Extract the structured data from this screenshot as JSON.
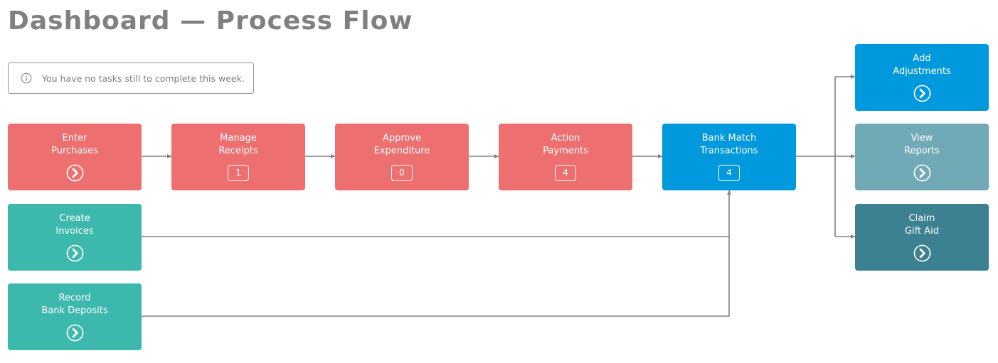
{
  "page_title": "Dashboard — Process Flow",
  "notice": {
    "icon": "info-icon",
    "text": "You have no tasks still to complete this week."
  },
  "colors": {
    "red": "#ed6f6f",
    "teal": "#3db8ad",
    "blue": "#0099dd",
    "grey_blue": "#72a9b7",
    "dark_teal": "#3c8191",
    "connector": "#808080",
    "title": "#808080"
  },
  "tiles": {
    "enter_purchases": {
      "label": "Enter\nPurchases",
      "icon": "chevron-right-circle-icon"
    },
    "manage_receipts": {
      "label": "Manage\nReceipts",
      "count": "1"
    },
    "approve_expenditure": {
      "label": "Approve\nExpenditure",
      "count": "0"
    },
    "action_payments": {
      "label": "Action\nPayments",
      "count": "4"
    },
    "bank_match": {
      "label": "Bank Match\nTransactions",
      "count": "4"
    },
    "create_invoices": {
      "label": "Create\nInvoices",
      "icon": "chevron-right-circle-icon"
    },
    "record_deposits": {
      "label": "Record\nBank Deposits",
      "icon": "chevron-right-circle-icon"
    },
    "add_adjustments": {
      "label": "Add\nAdjustments",
      "icon": "chevron-right-circle-icon"
    },
    "view_reports": {
      "label": "View\nReports",
      "icon": "chevron-right-circle-icon"
    },
    "claim_gift_aid": {
      "label": "Claim\nGift Aid",
      "icon": "chevron-right-circle-icon"
    }
  }
}
